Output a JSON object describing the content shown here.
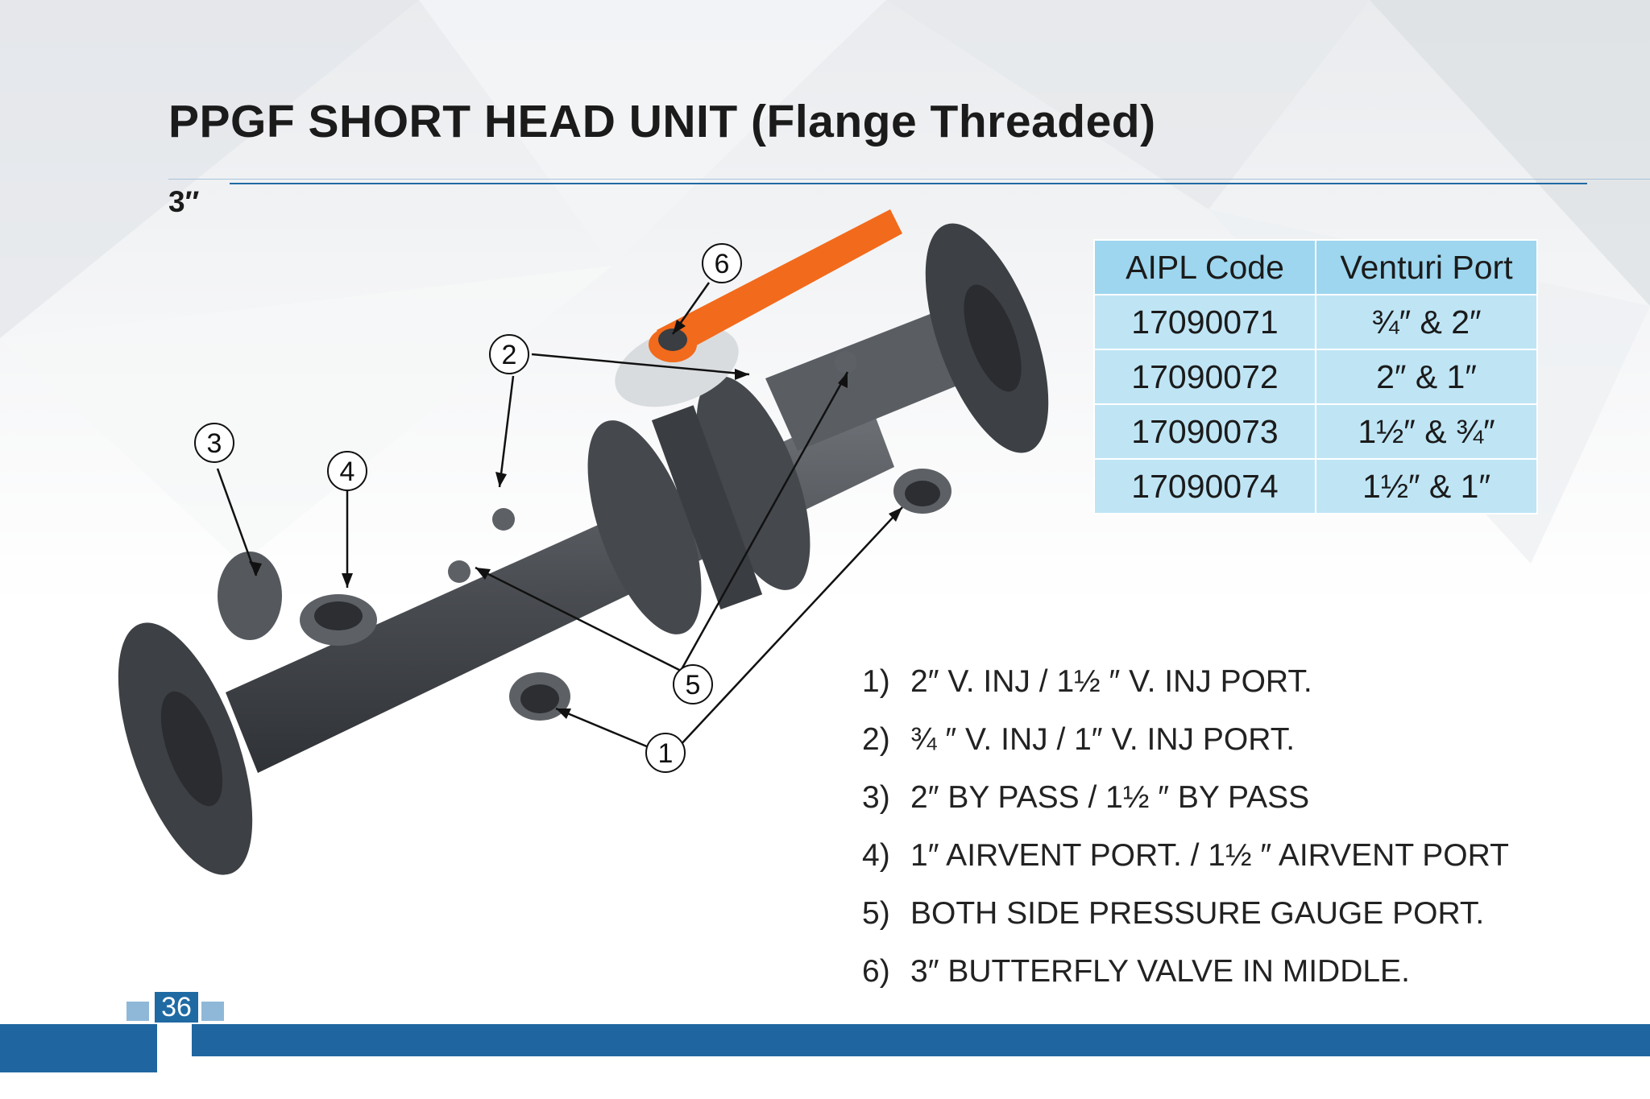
{
  "page": {
    "title": "PPGF SHORT HEAD UNIT (Flange Threaded)",
    "size": "3″",
    "page_number": "36"
  },
  "table": {
    "headers": [
      "AIPL Code",
      "Venturi Port"
    ],
    "rows": [
      [
        "17090071",
        "¾″ & 2″"
      ],
      [
        "17090072",
        "2″ & 1″"
      ],
      [
        "17090073",
        "1½″ & ¾″"
      ],
      [
        "17090074",
        "1½″ & 1″"
      ]
    ]
  },
  "notes": [
    {
      "num": "1)",
      "text": "2″ V. INJ / 1½ ″ V. INJ PORT."
    },
    {
      "num": "2)",
      "text": "¾ ″ V. INJ / 1″ V. INJ PORT."
    },
    {
      "num": "3)",
      "text": "2″ BY PASS / 1½ ″ BY PASS"
    },
    {
      "num": "4)",
      "text": "1″ AIRVENT  PORT. / 1½ ″ AIRVENT  PORT"
    },
    {
      "num": "5)",
      "text": "BOTH SIDE PRESSURE GAUGE PORT."
    },
    {
      "num": "6)",
      "text": "3″ BUTTERFLY VALVE IN MIDDLE."
    }
  ],
  "callouts": [
    "1",
    "2",
    "3",
    "4",
    "5",
    "6"
  ],
  "colors": {
    "accent_blue": "#1f66a0",
    "table_header": "#9dd6ee",
    "table_cell": "#bfe5f5",
    "pipe_gray": "#4a4d52",
    "handle_orange": "#f26a1b"
  }
}
